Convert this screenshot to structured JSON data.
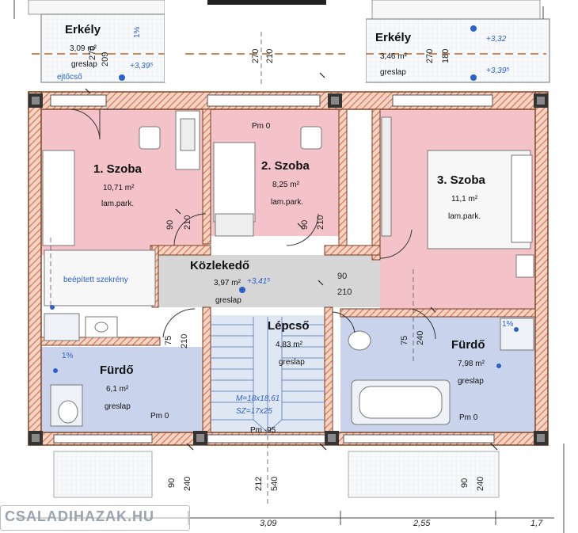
{
  "colors": {
    "bedroom": "#f4c3c9",
    "bathroom": "#c9d3ec",
    "corridor": "#d6d6d6",
    "wall_hatch": "#d9744a",
    "balcony": "#f0f3f6",
    "annotation": "#2a62c9"
  },
  "rooms": {
    "balcony_left": {
      "name": "Erkély",
      "area": "3,09 m²",
      "floor": "greslap"
    },
    "balcony_right": {
      "name": "Erkély",
      "area": "3,46 m²",
      "floor": "greslap"
    },
    "room1": {
      "name": "1. Szoba",
      "area": "10,71 m²",
      "floor": "lam.park."
    },
    "room2": {
      "name": "2. Szoba",
      "area": "8,25 m²",
      "floor": "lam.park."
    },
    "room3": {
      "name": "3. Szoba",
      "area": "11,1 m²",
      "floor": "lam.park."
    },
    "corridor": {
      "name": "Közlekedő",
      "area": "3,97 m²",
      "floor": "greslap"
    },
    "stairs": {
      "name": "Lépcső",
      "area": "4,83 m²",
      "floor": "greslap"
    },
    "bath_left": {
      "name": "Fürdő",
      "area": "6,1 m²",
      "floor": "greslap"
    },
    "bath_right": {
      "name": "Fürdő",
      "area": "7,98 m²",
      "floor": "greslap"
    }
  },
  "annotations": {
    "built_in_wardrobe": "beépített szekrény",
    "gutter": "ejtőcső",
    "level_balcony_l": "+3,39⁵",
    "level_balcony_r1": "+3,32",
    "level_balcony_r2": "+3,39⁵",
    "level_corridor": "+3,41⁵",
    "slope_l": "1%",
    "slope_r": "1%",
    "slope_bath_l": "1%",
    "pm0_top": "Pm 0",
    "pm0_bath_l": "Pm 0",
    "pm0_bath_r": "Pm 0",
    "pm_stairs": "Pm -95",
    "stair_spec_1": "M=18x18,61",
    "stair_spec_2": "SZ=17x25"
  },
  "dimensions": {
    "v_270_a": "270",
    "v_270_b": "270",
    "v_210_a": "210",
    "v_270_c": "270",
    "v_180": "180",
    "v_209": "209",
    "v_90_a": "90",
    "v_210_b": "210",
    "v_90_b": "90",
    "v_210_c": "210",
    "h_90": "90",
    "h_210": "210",
    "v_75_a": "75",
    "v_210_d": "210",
    "v_75_b": "75",
    "v_240_a": "240",
    "b_90_a": "90",
    "b_240_a": "240",
    "b_212": "212",
    "b_540": "540",
    "b_90_b": "90",
    "b_240_b": "240",
    "bottom_309": "3,09",
    "bottom_255": "2,55",
    "bottom_17": "1,7"
  },
  "watermark": "CSALADIHAZAK.HU"
}
